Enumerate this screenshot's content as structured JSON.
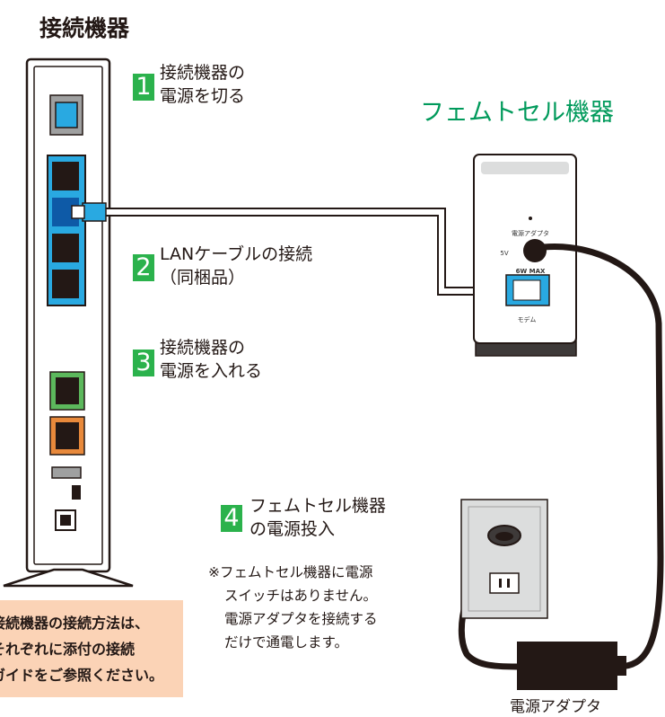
{
  "title": "接続機器",
  "femto_title": "フェムトセル機器",
  "steps": [
    {
      "num": "1",
      "line1": "接続機器の",
      "line2": "電源を切る"
    },
    {
      "num": "2",
      "line1": "LANケーブルの接続",
      "line2": "（同梱品）"
    },
    {
      "num": "3",
      "line1": "接続機器の",
      "line2": "電源を入れる"
    },
    {
      "num": "4",
      "line1": "フェムトセル機器",
      "line2": "の電源投入"
    }
  ],
  "note": {
    "line1": "※フェムトセル機器に電源",
    "line2": "スイッチはありません。",
    "line3": "電源アダプタを接続する",
    "line4": "だけで通電します。"
  },
  "callout": {
    "line1": "接続機器の接続方法は、",
    "line2": "それぞれに添付の接続",
    "line3": "ガイドをご参照ください。"
  },
  "device_labels": {
    "power_adapter": "電源アダプタ",
    "dc_5v": "5V",
    "max_6w": "6W MAX",
    "modem": "モデム"
  },
  "adapter_label": "電源アダプタ",
  "colors": {
    "badge_green": "#2bb24c",
    "title_green": "#009a5b",
    "lan_blue": "#29a9e1",
    "port_green": "#5cb85c",
    "port_orange": "#e8893b",
    "callout_bg": "#fbd3b6"
  }
}
